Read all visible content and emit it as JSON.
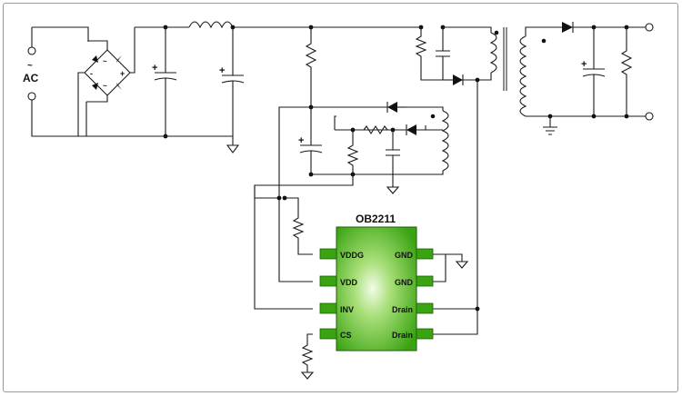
{
  "source": {
    "label": "AC",
    "tilde": "~"
  },
  "bridge": {
    "minus": "-",
    "plus": "+",
    "tilde_left": "~",
    "tilde_right": "~"
  },
  "cap_polarity": "+",
  "chip": {
    "name": "OB2211",
    "pins_left": [
      "VDDG",
      "VDD",
      "INV",
      "CS"
    ],
    "pins_right": [
      "GND",
      "GND",
      "Drain",
      "Drain"
    ],
    "color_center": "#e8f7d8",
    "color_edge": "#3aa312"
  }
}
